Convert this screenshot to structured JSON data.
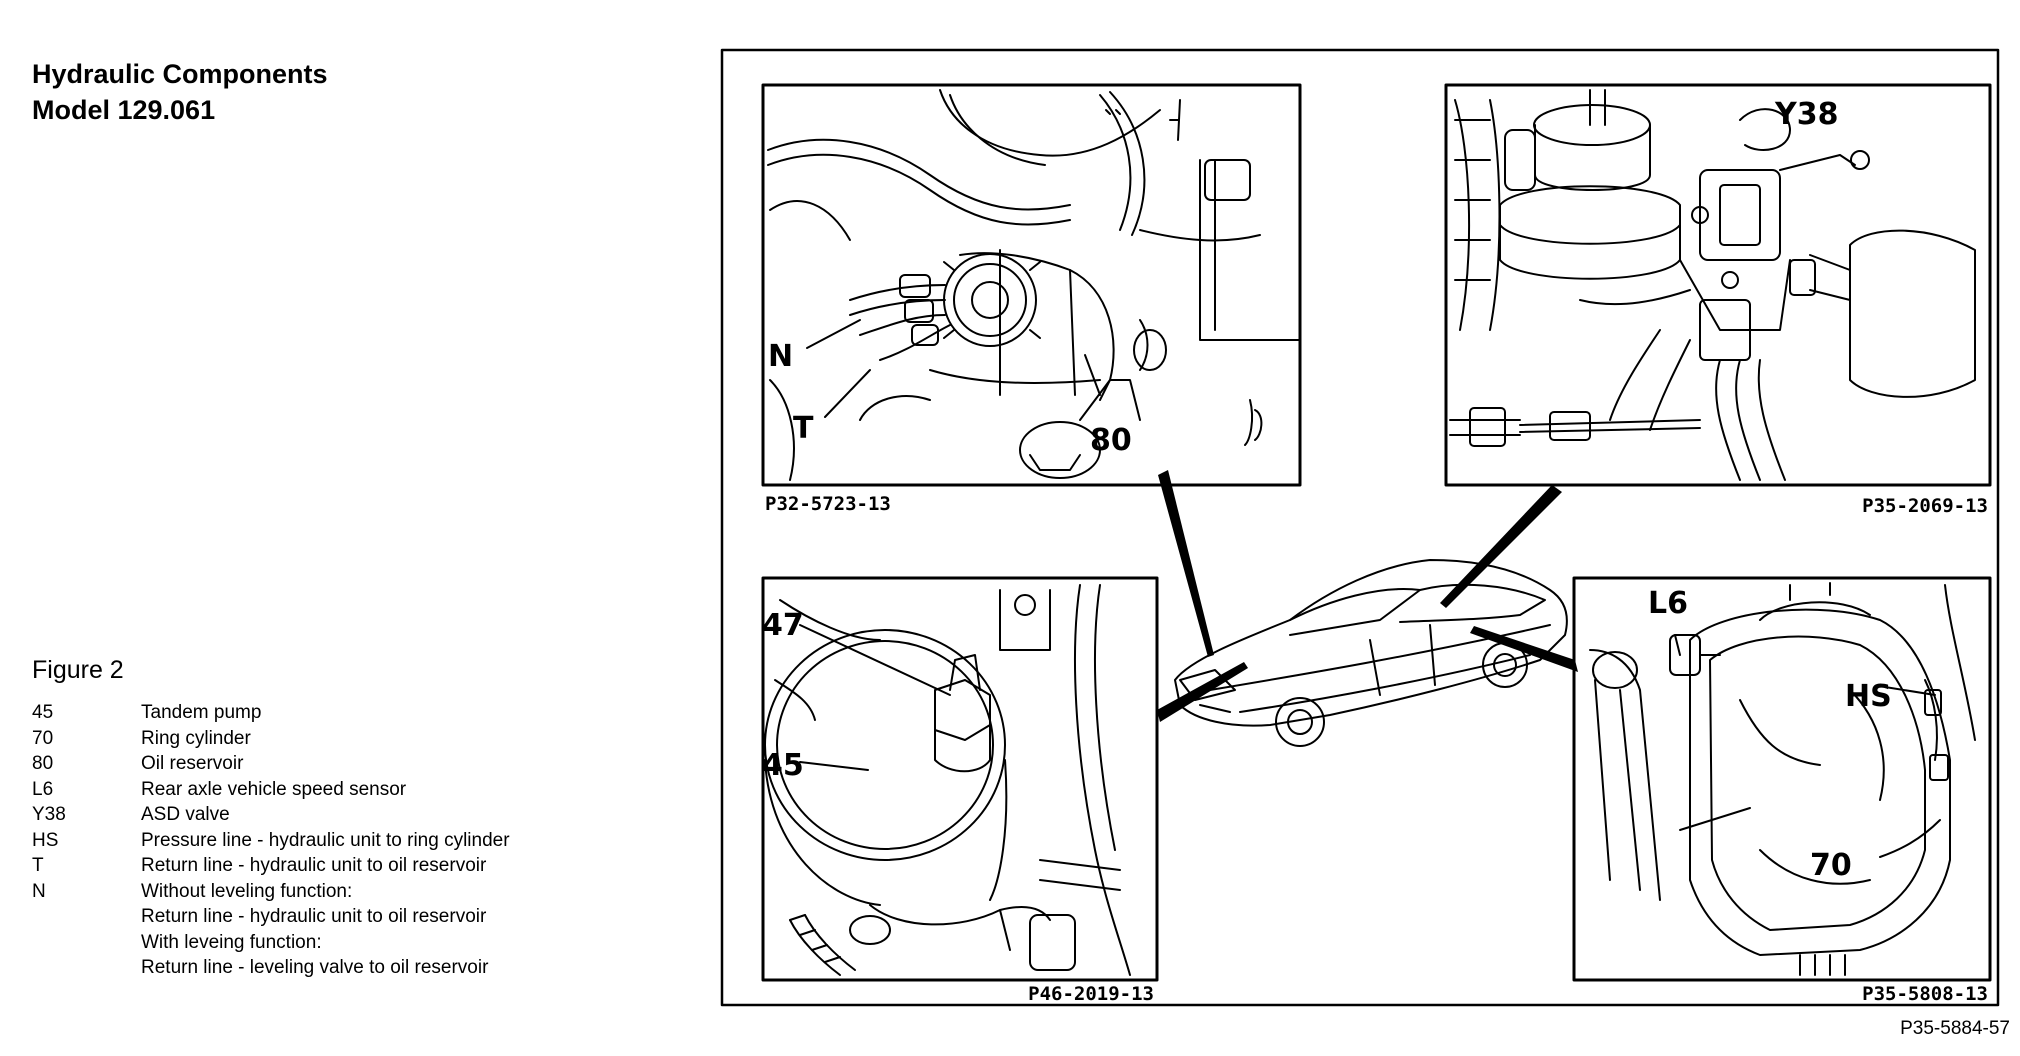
{
  "header": {
    "title_line1": "Hydraulic Components",
    "title_line2": "Model 129.061"
  },
  "figure": {
    "label": "Figure 2",
    "reference": "P35-5884-57"
  },
  "legend": [
    {
      "code": "45",
      "desc": "Tandem pump"
    },
    {
      "code": "70",
      "desc": "Ring cylinder"
    },
    {
      "code": "80",
      "desc": "Oil reservoir"
    },
    {
      "code": "L6",
      "desc": "Rear axle vehicle speed sensor"
    },
    {
      "code": "Y38",
      "desc": "ASD valve"
    },
    {
      "code": "HS",
      "desc": "Pressure line - hydraulic unit to ring cylinder"
    },
    {
      "code": "T",
      "desc": "Return line - hydraulic unit to oil reservoir"
    },
    {
      "code": "N",
      "desc": "Without leveling function:"
    }
  ],
  "legend_continuation": [
    "Return line - hydraulic unit to oil reservoir",
    "With leveing function:",
    "Return line - leveling valve to oil reservoir"
  ],
  "panels": [
    {
      "id": "top-left",
      "code": "P32-5723-13",
      "callouts": [
        "N",
        "T",
        "80"
      ]
    },
    {
      "id": "top-right",
      "code": "P35-2069-13",
      "callouts": [
        "Y38"
      ]
    },
    {
      "id": "bottom-left",
      "code": "P46-2019-13",
      "callouts": [
        "47",
        "45"
      ]
    },
    {
      "id": "bottom-right",
      "code": "P35-5808-13",
      "callouts": [
        "L6",
        "HS",
        "70"
      ]
    }
  ],
  "colors": {
    "line": "#000000",
    "background": "#ffffff"
  }
}
